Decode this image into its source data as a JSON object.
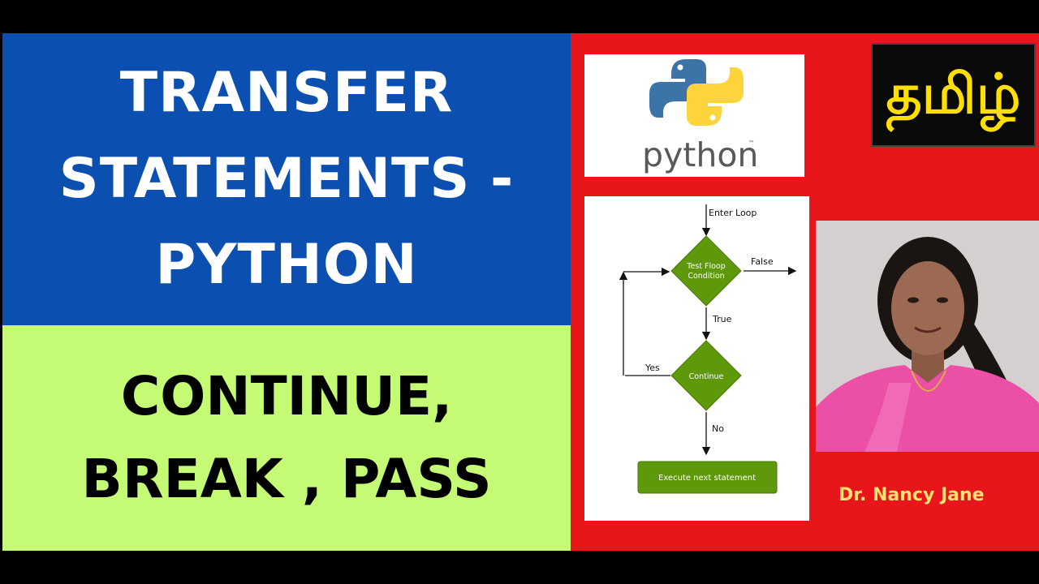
{
  "title": {
    "line1": "TRANSFER",
    "line2": "STATEMENTS -",
    "line3": "PYTHON"
  },
  "subtitle": {
    "line1": "CONTINUE,",
    "line2": "BREAK , PASS"
  },
  "python_logo": {
    "wordmark": "python",
    "trademark": "™",
    "icon": "python-logo-icon"
  },
  "language_badge": {
    "text": "தமிழ்"
  },
  "flowchart": {
    "enter_label": "Enter Loop",
    "condition_line1": "Test Floop",
    "condition_line2": "Condition",
    "false_label": "False",
    "true_label": "True",
    "continue_label": "Continue",
    "yes_label": "Yes",
    "no_label": "No",
    "next_label": "Execute next statement"
  },
  "author": {
    "name": "Dr. Nancy Jane"
  },
  "colors": {
    "blue_panel": "#0b4fb0",
    "green_panel": "#c4fa74",
    "red_panel": "#e8161a",
    "flow_green": "#5e980b",
    "python_blue": "#3c74a8",
    "python_yellow": "#fdd43b",
    "author_text": "#ffe070"
  }
}
